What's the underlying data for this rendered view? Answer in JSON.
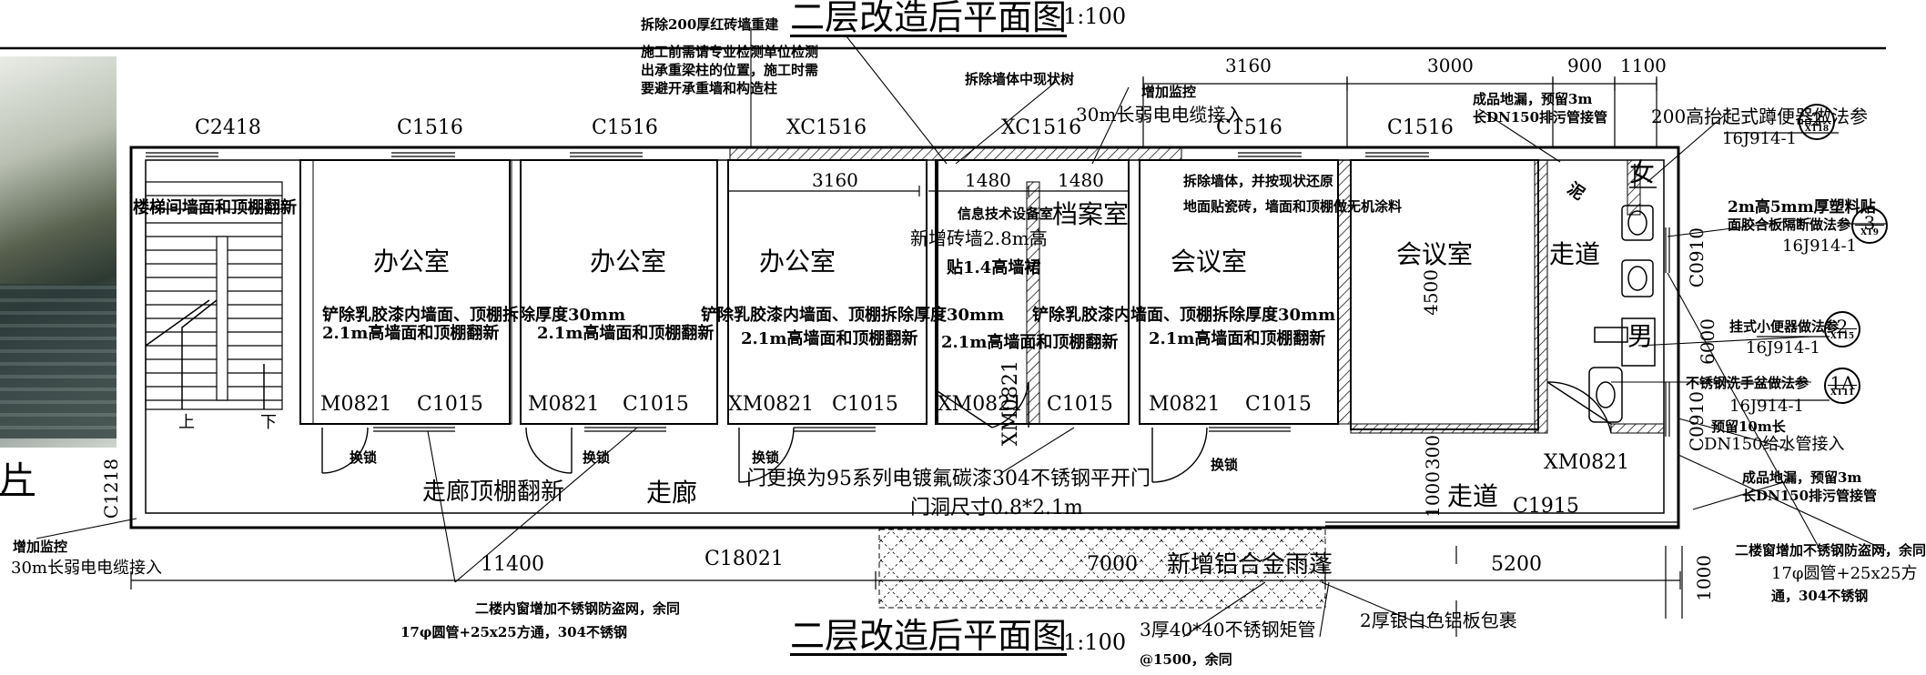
{
  "header": {
    "title": "二层改造后平面图",
    "scale": "1:100"
  },
  "footer": {
    "title": "二层改造后平面图",
    "scale": "1:100"
  },
  "side_photo_caption": "片",
  "top_notes": {
    "demolish_wall_title": "拆除200厚红砖墙重建",
    "demolish_wall_body": [
      "施工前需请专业检测单位检测",
      "出承重梁柱的位置，施工时需",
      "要避开承重墙和构造柱"
    ],
    "demolish_pipe": "拆除墙体中现状树",
    "add_monitor_top": "增加监控",
    "cable_top": "30m长弱电电缆接入",
    "floor_drain_top": [
      "成品地漏，预留3m",
      "长DN150排污管接管"
    ],
    "squat_toilet": "200高抬起式蹲便器做法参",
    "squat_toilet_ref": "16J914-1",
    "partition": [
      "2m高5mm厚塑料贴",
      "面胶合板隔断做法参"
    ],
    "partition_ref": "16J914-1",
    "urinal": "挂式小便器做法参",
    "urinal_ref": "16J914-1",
    "basin": "不锈钢洗手盆做法参",
    "basin_ref": "16J914-1",
    "water_pipe": [
      "预留10m长",
      "DN150给水管接入"
    ],
    "floor_drain_bottom": [
      "成品地漏，预留3m",
      "长DN150排污管接管"
    ],
    "bottom_right_note": [
      "二楼窗增加不锈钢防盗网，余同",
      "17φ圆管+25x25方",
      "通，304不锈钢"
    ],
    "left_monitor": "增加监控",
    "left_cable": "30m长弱电电缆接入",
    "bottom_window_note": [
      "二楼内窗增加不锈钢防盗网，余同",
      "17φ圆管+25x25方通，304不锈钢"
    ],
    "door_note": "门更换为95系列电镀氟碳漆304不锈钢平开门",
    "door_size": "门洞尺寸0.8*2.1m",
    "canopy": "新增铝合金雨蓬",
    "steel_tube": "3厚40*40不锈钢矩管",
    "steel_tube_spacing": "@1500，余同",
    "aluminum_wrap": "2厚银白色铝板包裹"
  },
  "symbols": [
    {
      "num": "2",
      "ref": "XT18"
    },
    {
      "num": "3",
      "ref": "XT9"
    },
    {
      "num": "2",
      "ref": "XT15"
    },
    {
      "num": "1A",
      "ref": "XT11"
    }
  ],
  "windows_top": [
    "C2418",
    "C1516",
    "C1516",
    "XC1516",
    "XC1516",
    "C1516",
    "C1516"
  ],
  "dims_top": [
    "3160",
    "3000",
    "900",
    "1100"
  ],
  "inner_dims": [
    "3160",
    "1480",
    "1480"
  ],
  "rooms": {
    "stair_note": "楼梯间墙面和顶棚翻新",
    "office": "办公室",
    "it_room": "信息技术设备室",
    "archive": "档案室",
    "meeting1": "会议室",
    "meeting2": "会议室",
    "corridor_right": "走道",
    "female": "女",
    "male": "男",
    "up": "上",
    "down": "下",
    "corridor_main": "走廊",
    "corridor_ceiling": "走廊顶棚翻新",
    "corridor_bottom": "走道"
  },
  "wall_notes": {
    "scrape": "铲除乳胶漆内墙面、顶棚拆除厚度30mm",
    "renew": "2.1m高墙面和顶棚翻新",
    "add_wall": "新增砖墙2.8m高",
    "tile": "贴1.4高墙裙",
    "meeting_note": [
      "拆除墙体，并按现状还原",
      "地面贴瓷砖，墙面和顶棚做无机涂料"
    ],
    "change_lock": "换锁"
  },
  "doors": [
    "M0821",
    "M0821",
    "XM0821",
    "XM0821",
    "XM0821",
    "M0821",
    "XM0821"
  ],
  "windows_bottom": [
    "C1015",
    "C1015",
    "C1015",
    "C1015",
    "C1015",
    "C1915",
    "C18021"
  ],
  "vertical_labels": [
    "C1218",
    "C0910",
    "C0910",
    "4500",
    "6000",
    "1000",
    "300",
    "1000"
  ],
  "dims_bottom": [
    "11400",
    "7000",
    "5200"
  ],
  "mirror_text": "泥"
}
